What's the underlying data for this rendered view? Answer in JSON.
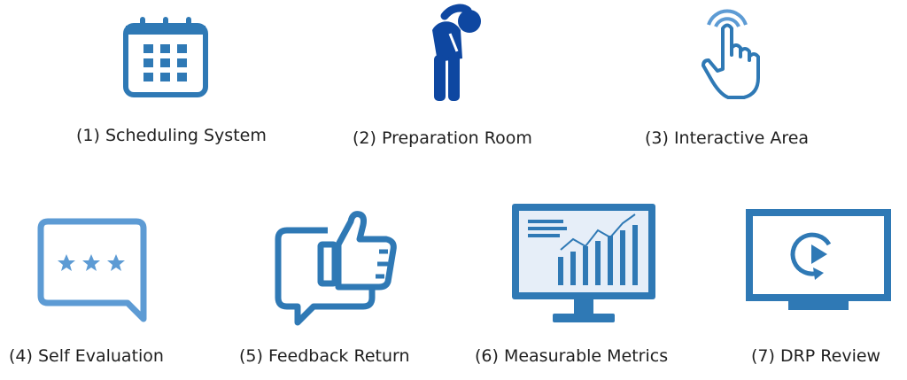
{
  "colors": {
    "primary": "#2f79b5",
    "light": "#5d9bd4",
    "dark": "#0e47a1",
    "screen": "#e6eef8"
  },
  "steps": [
    {
      "label": "(1) Scheduling System",
      "icon": "calendar-icon"
    },
    {
      "label": "(2) Preparation Room",
      "icon": "stretching-person-icon"
    },
    {
      "label": "(3) Interactive Area",
      "icon": "touch-hand-icon"
    },
    {
      "label": "(4) Self Evaluation",
      "icon": "rating-speech-bubble-icon"
    },
    {
      "label": "(5) Feedback Return",
      "icon": "thumbs-up-bubble-icon"
    },
    {
      "label": "(6) Measurable Metrics",
      "icon": "analytics-monitor-icon"
    },
    {
      "label": "(7) DRP Review",
      "icon": "video-replay-icon"
    }
  ]
}
